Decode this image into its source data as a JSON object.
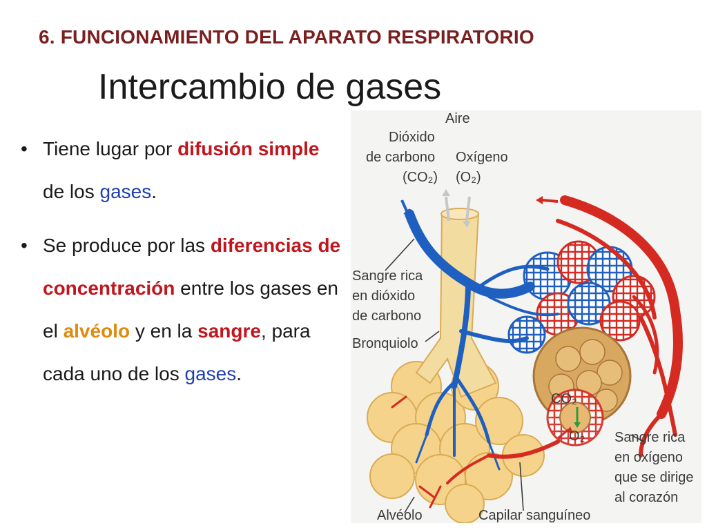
{
  "header": {
    "section": "6. FUNCIONAMIENTO DEL APARATO RESPIRATORIO",
    "title": "Intercambio de gases"
  },
  "bullets": {
    "b1": {
      "t1": "Tiene lugar por ",
      "t2": "difusión",
      "t3": "simple",
      "t4": " de los ",
      "t5": "gases",
      "t6": "."
    },
    "b2": {
      "t1": "Se produce por las ",
      "t2": "diferencias de",
      "t3": "concentración",
      "t4": " entre los gases en el ",
      "t5": "alvéolo",
      "t6": " y en la ",
      "t7": "sangre",
      "t8": ", para cada uno de los ",
      "t9": "gases",
      "t10": "."
    }
  },
  "diagram": {
    "labels": {
      "aire": "Aire",
      "dioxido": "Dióxido",
      "de_carbono": "de carbono",
      "co2_top": "(CO₂)",
      "oxigeno": "Oxígeno",
      "o2_top": "(O₂)",
      "sangre_co2_1": "Sangre rica",
      "sangre_co2_2": "en dióxido",
      "sangre_co2_3": "de carbono",
      "bronquiolo": "Bronquiolo",
      "co2_cell": "CO₂",
      "o2_cell": "O₂",
      "sangre_o2_1": "Sangre rica",
      "sangre_o2_2": "en oxígeno",
      "sangre_o2_3": "que se dirige",
      "sangre_o2_4": "al corazón",
      "alveolo": "Alvéolo",
      "capilar": "Capilar sanguíneo"
    },
    "colors": {
      "venous_blood": "#1e5fc0",
      "arterial_blood": "#d42a22",
      "alveolus": "#f5d38a",
      "bronchiole": "#f3dca0"
    }
  }
}
